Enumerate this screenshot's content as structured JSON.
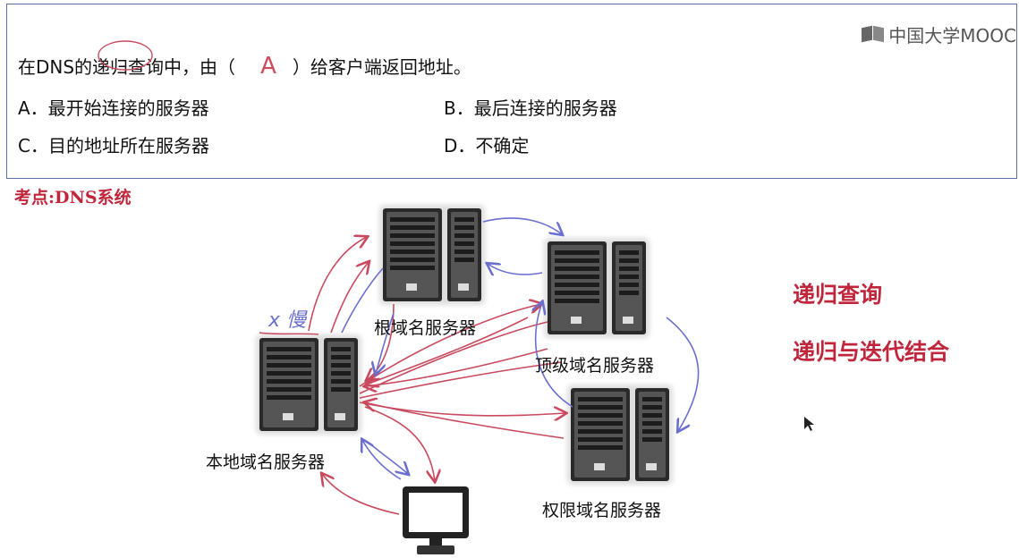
{
  "header": {
    "logo_text": "中国大学MOOC"
  },
  "question": {
    "stem_before": "在DNS的递归查询中，由（",
    "answer_mark": "A",
    "stem_after": "）给客户端返回地址。",
    "options": [
      {
        "label": "A．最开始连接的服务器"
      },
      {
        "label": "B．最后连接的服务器"
      },
      {
        "label": "C．目的地址所在服务器"
      },
      {
        "label": "D．不确定"
      }
    ]
  },
  "keypoint": "考点:DNS系统",
  "servers": {
    "root": "根域名服务器",
    "tld": "顶级域名服务器",
    "auth": "权限域名服务器",
    "local": "本地域名服务器"
  },
  "handwritten_note": "x 慢",
  "right_labels": {
    "recursive": "递归查询",
    "combined": "递归与迭代结合"
  },
  "colors": {
    "accent_red": "#c0263b",
    "arrow_red": "#c94a5e",
    "arrow_blue": "#6a6fcf",
    "box_border": "#5b6ea8"
  }
}
